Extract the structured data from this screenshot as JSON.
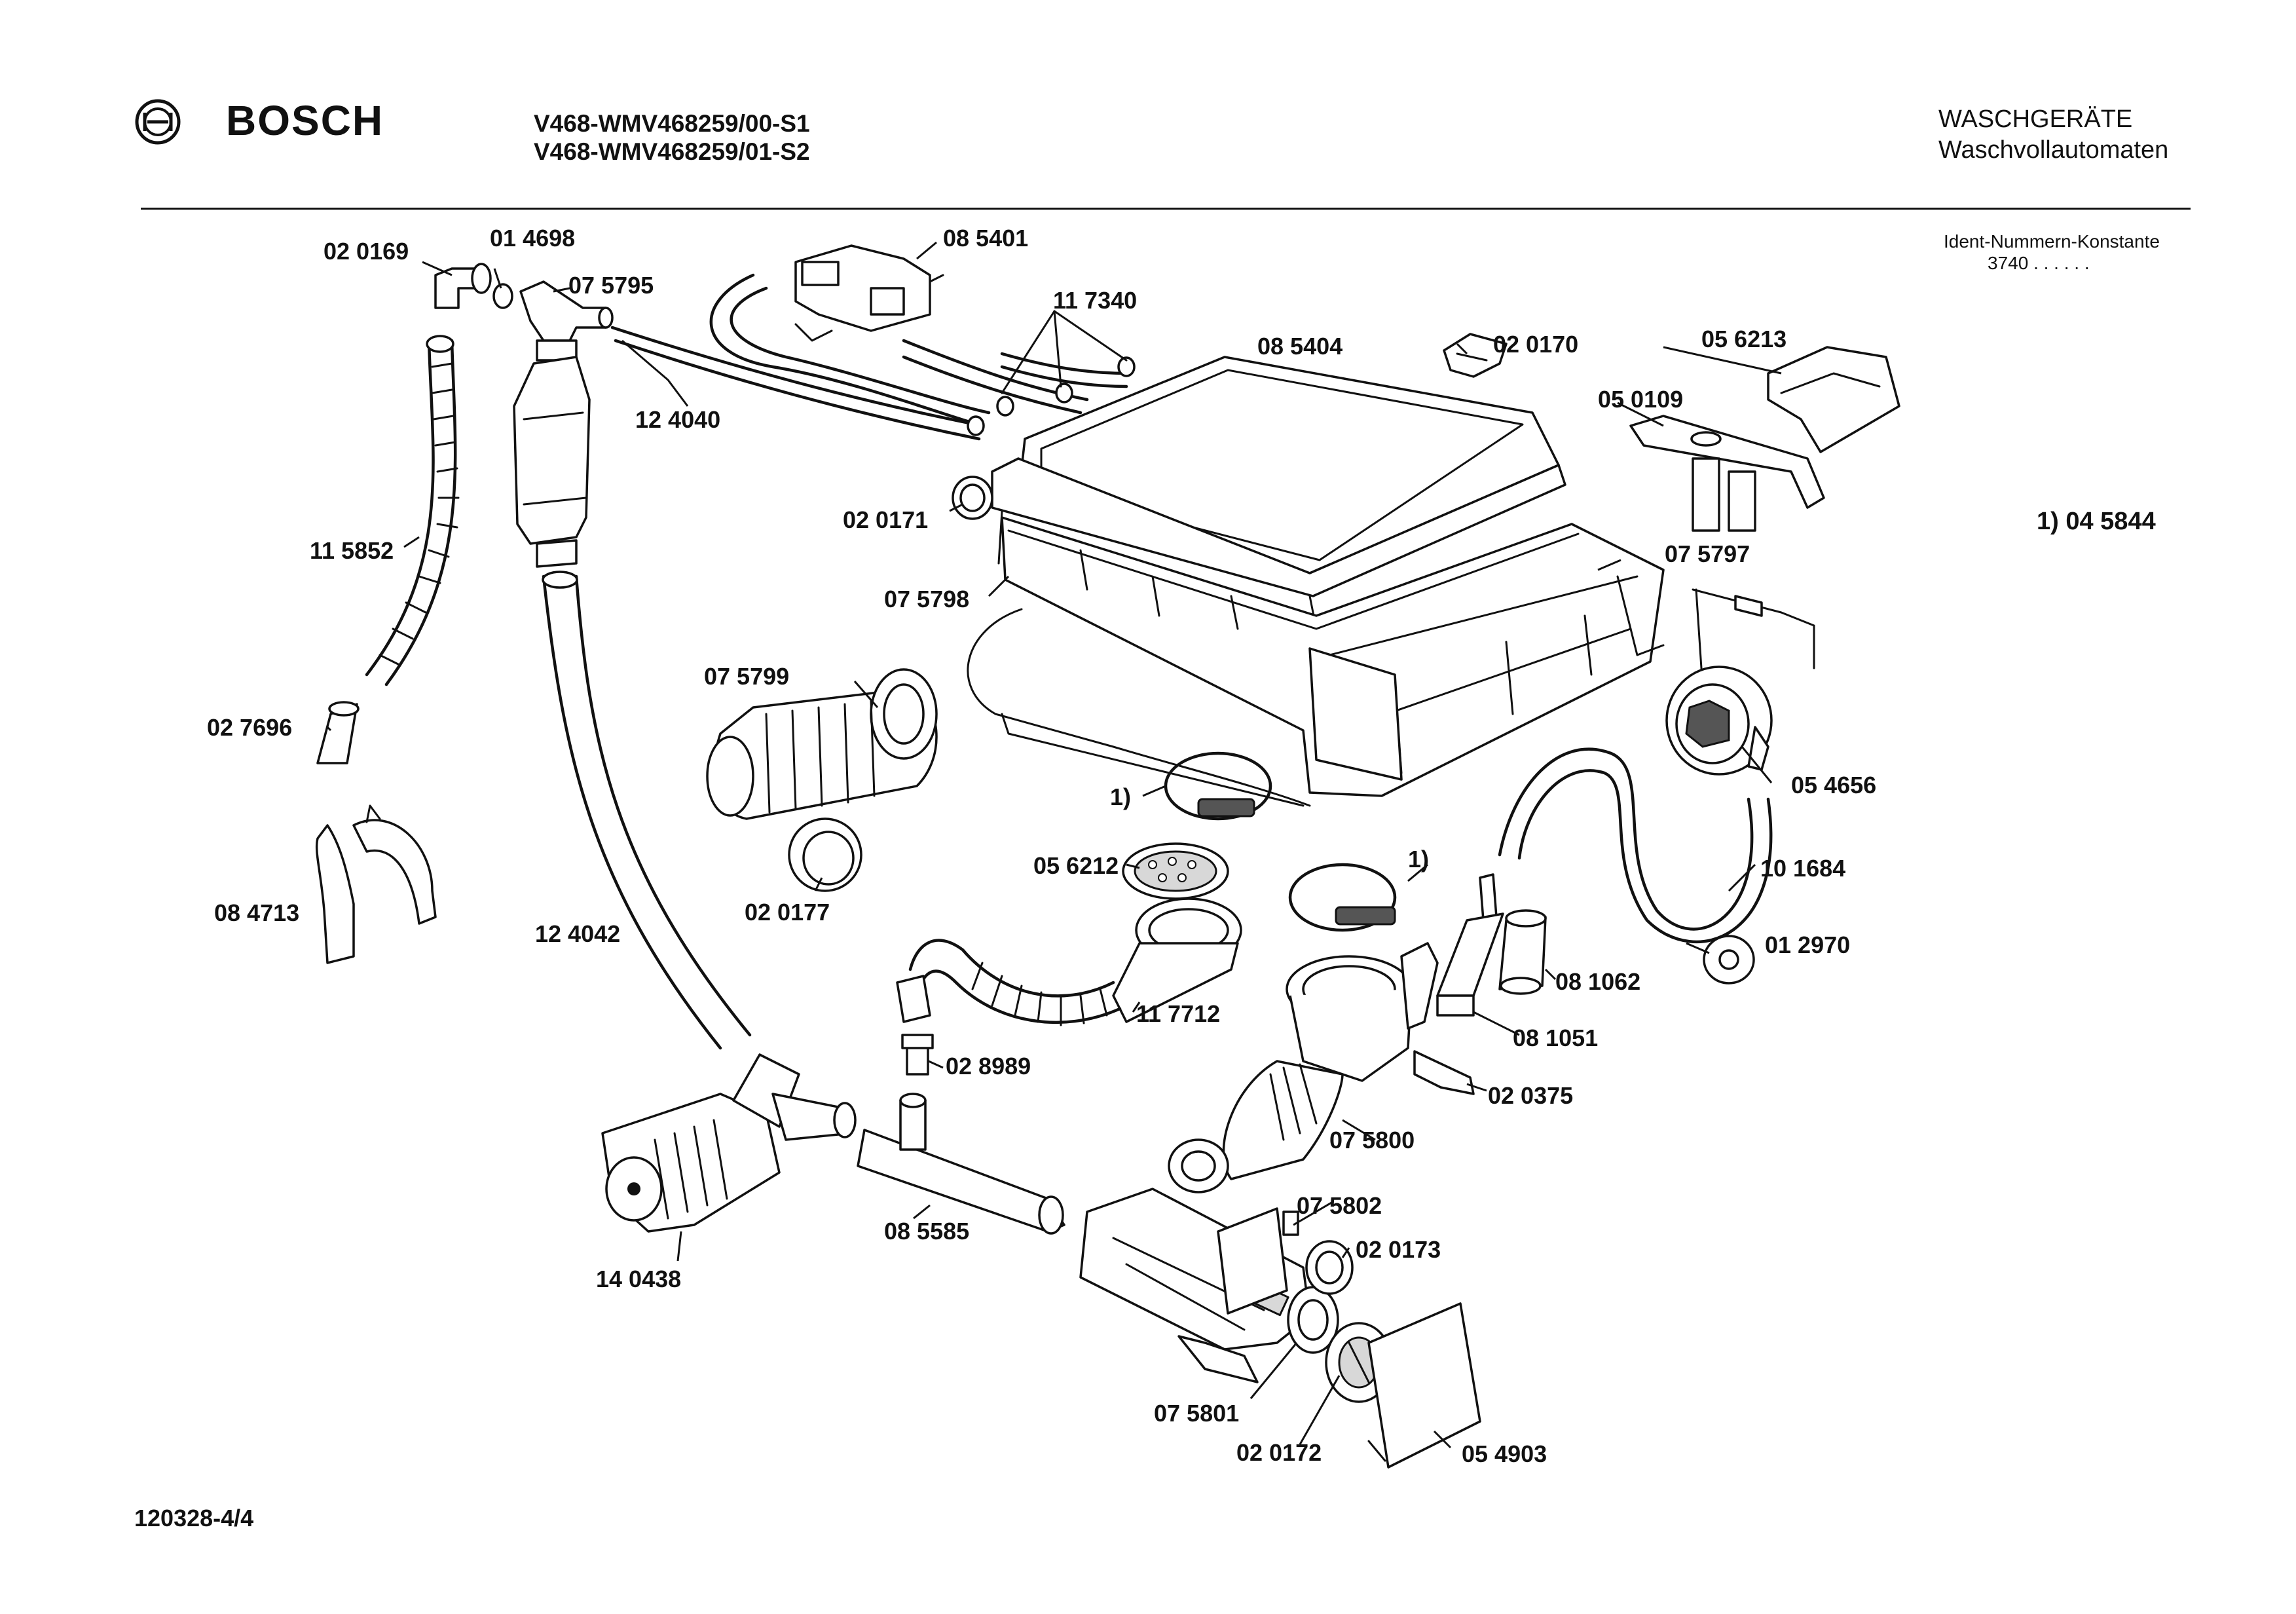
{
  "header": {
    "brand": "BOSCH",
    "model_line_1": "V468-WMV468259/00-S1",
    "model_line_2": "V468-WMV468259/01-S2",
    "category": "WASCHGERÄTE",
    "subcategory": "Waschvollautomaten",
    "ident_title": "Ident-Nummern-Konstante",
    "ident_value": "3740  . .   . . . ."
  },
  "footnote": "1) 04 5844",
  "footer": {
    "document_number": "120328-4/4"
  },
  "parts": {
    "p020169": "02 0169",
    "p014698": "01 4698",
    "p075795": "07 5795",
    "p085401": "08 5401",
    "p117340": "11 7340",
    "p124040": "12 4040",
    "p085404": "08 5404",
    "p020170": "02 0170",
    "p056213": "05 6213",
    "p050109": "05 0109",
    "p020171": "02 0171",
    "p075797": "07 5797",
    "p115852": "11 5852",
    "p075798": "07 5798",
    "p075799": "07 5799",
    "p027696": "02 7696",
    "p054656": "05 4656",
    "p1a": "1)",
    "p1b": "1)",
    "p056212": "05 6212",
    "p101684": "10 1684",
    "p084713": "08 4713",
    "p020177": "02 0177",
    "p124042": "12 4042",
    "p012970": "01 2970",
    "p081062": "08 1062",
    "p117712": "11 7712",
    "p081051": "08 1051",
    "p028989": "02 8989",
    "p020375": "02 0375",
    "p075800": "07 5800",
    "p085585": "08 5585",
    "p075802": "07 5802",
    "p020173": "02 0173",
    "p140438": "14 0438",
    "p075801": "07 5801",
    "p020172": "02 0172",
    "p054903": "05 4903"
  }
}
